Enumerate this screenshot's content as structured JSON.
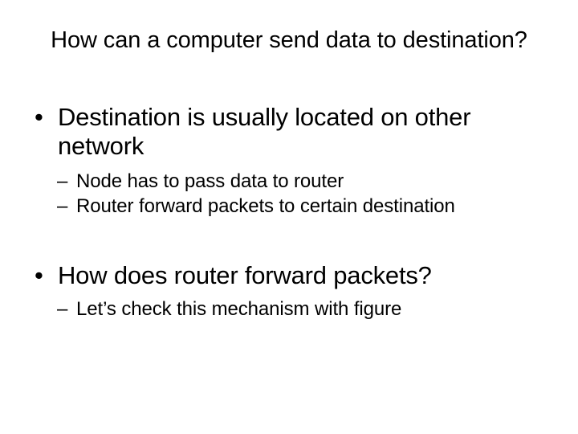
{
  "slide": {
    "background_color": "#ffffff",
    "text_color": "#000000",
    "title": "How can a computer send data to destination?",
    "bullets": [
      {
        "level": 1,
        "marker": "•",
        "marker_name": "round-bullet-icon",
        "text": "Destination is usually located on other network"
      },
      {
        "level": 2,
        "marker": "–",
        "marker_name": "dash-bullet-icon",
        "text": "Node has to pass data to router"
      },
      {
        "level": 2,
        "marker": "–",
        "marker_name": "dash-bullet-icon",
        "text": "Router forward packets to certain destination"
      },
      {
        "level": 1,
        "marker": "•",
        "marker_name": "round-bullet-icon",
        "text": "How does router forward packets?"
      },
      {
        "level": 2,
        "marker": "–",
        "marker_name": "dash-bullet-icon",
        "text": "Let’s check this mechanism with figure"
      }
    ]
  }
}
